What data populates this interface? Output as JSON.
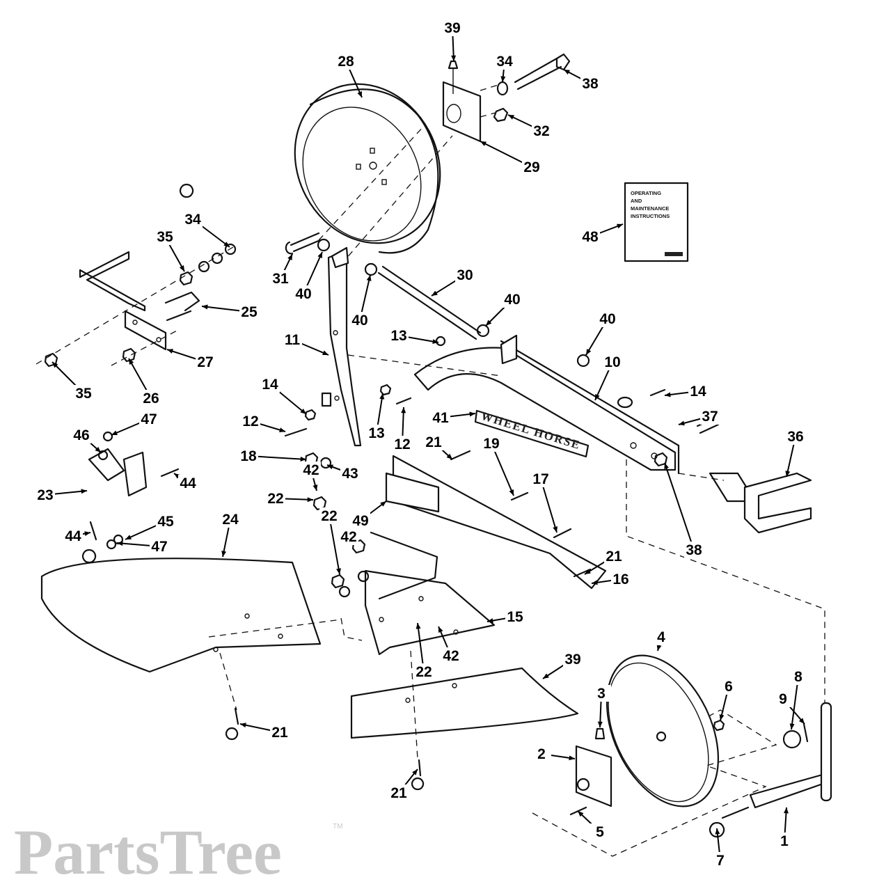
{
  "watermark": {
    "text": "PartsTree",
    "trademark": "TM"
  },
  "nameplate_text": "WHEEL HORSE",
  "manual": {
    "lines": [
      "OPERATING",
      "AND",
      "MAINTENANCE",
      "INSTRUCTIONS"
    ]
  },
  "callouts": [
    "39",
    "34",
    "38",
    "28",
    "32",
    "29",
    "48",
    "34",
    "35",
    "31",
    "40",
    "40",
    "30",
    "25",
    "27",
    "35",
    "26",
    "11",
    "13",
    "40",
    "40",
    "10",
    "14",
    "37",
    "36",
    "41",
    "12",
    "13",
    "12",
    "21",
    "19",
    "17",
    "14",
    "18",
    "43",
    "42",
    "22",
    "49",
    "47",
    "46",
    "44",
    "23",
    "44",
    "45",
    "47",
    "24",
    "21",
    "16",
    "38",
    "22",
    "42",
    "15",
    "22",
    "42",
    "39",
    "21",
    "21",
    "4",
    "6",
    "8",
    "9",
    "3",
    "2",
    "5",
    "1",
    "7"
  ]
}
